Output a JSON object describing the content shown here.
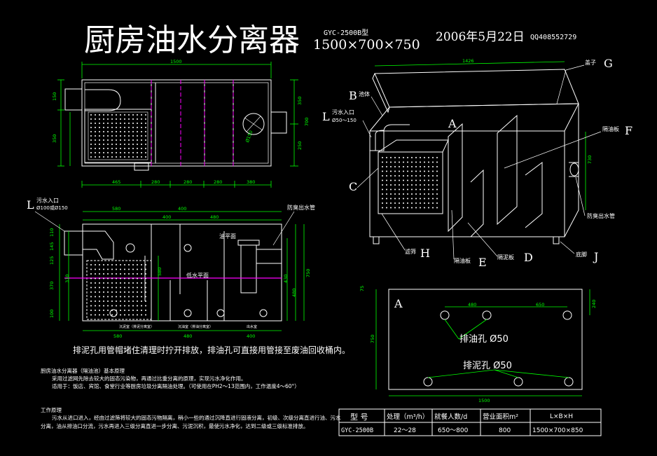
{
  "colors": {
    "background": "#000000",
    "line": "#ffffff",
    "dimension": "#00ff00",
    "accent": "#ff00ff",
    "yellow": "#ffff00"
  },
  "title": {
    "main": "厨房油水分离器",
    "model": "GYC-2500B型",
    "size": "1500×700×750",
    "date": "2006年5月22日",
    "qq": "QQ408552729"
  },
  "top_view": {
    "dims": {
      "overall_width": "1500",
      "left_part": "465",
      "d1": "280",
      "d2": "280",
      "d3": "280",
      "d4": "380",
      "h1": "150",
      "h2": "350",
      "h3": "350",
      "h4": "250",
      "h5": "700",
      "h6": "350",
      "outlet_dia": "Ø150"
    }
  },
  "front_view": {
    "inlet_label": "污水入口",
    "inlet_size": "Ø100或Ø150",
    "inlet_letter": "L",
    "outlet_label": "防臭出水管",
    "oil_level": "油平面",
    "low_water_level": "低水平面",
    "dims": {
      "top_580": "580",
      "top_400": "400",
      "top_400b": "400",
      "top_480": "480",
      "bot_580": "580",
      "bot_480": "480",
      "bot_400": "400",
      "v_110": "110",
      "v_145": "145",
      "v_125": "125",
      "v_370": "370",
      "v_100": "100",
      "v_310": "310",
      "v_580": "580",
      "v_750": "750",
      "v_480": "480",
      "v_430": "430"
    },
    "legend1": "沉泥室（排泥分离室）",
    "legend2": "沉油室（排油分离室）",
    "legend3": "出水室"
  },
  "iso_view": {
    "width_dim": "1426",
    "height_dim": "730",
    "labels": {
      "cover": "盖子",
      "tank": "池体",
      "inlet": "污水入口",
      "inlet_size": "Ø50～150",
      "oil_plate": "隔油板",
      "outlet": "防臭出水管",
      "filter": "滤筛",
      "mud_plate": "隔泥板",
      "foot": "底脚"
    },
    "letters": {
      "A": "A",
      "B": "B",
      "C": "C",
      "D": "D",
      "E": "E",
      "F": "F",
      "G": "G",
      "H": "H",
      "J": "J",
      "L": "L"
    }
  },
  "section_a": {
    "letter": "A",
    "dim_480": "480",
    "dim_650": "650",
    "dim_240": "240",
    "dim_75": "75",
    "dim_750": "750",
    "dim_1500": "1500",
    "oil_hole": "排油孔 Ø50",
    "mud_hole": "排泥孔 Ø50"
  },
  "note": "排泥孔用管帽堵住清理时拧开排放，排油孔可直接用管接至废油回收桶内。",
  "description": {
    "title1": "厨房油水分离器（隔油池）基本原理",
    "p1": "采用过滤网先除去较大的固态污染物，再通过比重分离的原理，实现污水净化作用。",
    "p2": "适用于：饭店、宾馆、食堂行业等厨房垃圾分离隔油处理。（可使用在PH2～13范围内，工作温度4～60°）",
    "title2": "工作原理",
    "p3": "污水从进口进入，经由过滤筛将较大的固态污物隔离，稍小一些的通过沉降直进行固液分离，初级、次级分离直进行油、污水分离，油从排油口分流，污水再进入三级分离直进一步分离、污泥沉积，最使污水净化，达到二级或三级标准排放。"
  },
  "spec_table": {
    "headers": [
      "型 号",
      "处理（m³/h）",
      "就餐人数/d",
      "营业面积m²",
      "L×B×H"
    ],
    "rows": [
      [
        "GYC-2500B",
        "22～28",
        "650～800",
        "800",
        "1500×700×850"
      ]
    ]
  }
}
